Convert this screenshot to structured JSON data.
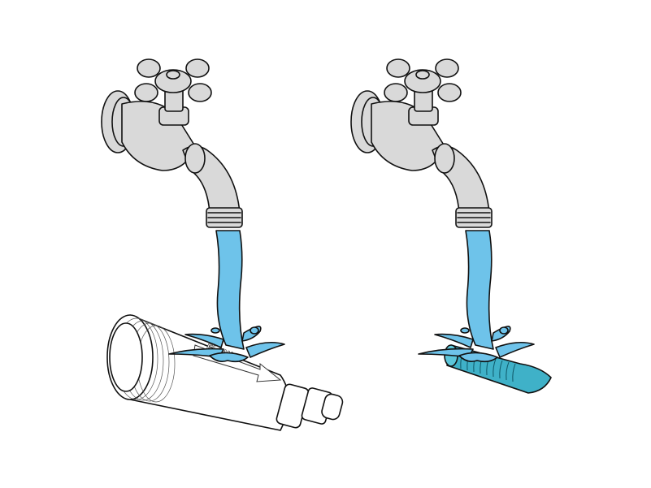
{
  "illustration": {
    "left_panel": {
      "subject": "faucet-rinsing-filter-housing",
      "flow_label": "FLOW"
    },
    "right_panel": {
      "subject": "faucet-rinsing-filter-element"
    },
    "colors": {
      "metal": "#d9d9d9",
      "water": "#6ec3ea",
      "filter_element": "#3fb1c8",
      "outline": "#111111"
    }
  }
}
